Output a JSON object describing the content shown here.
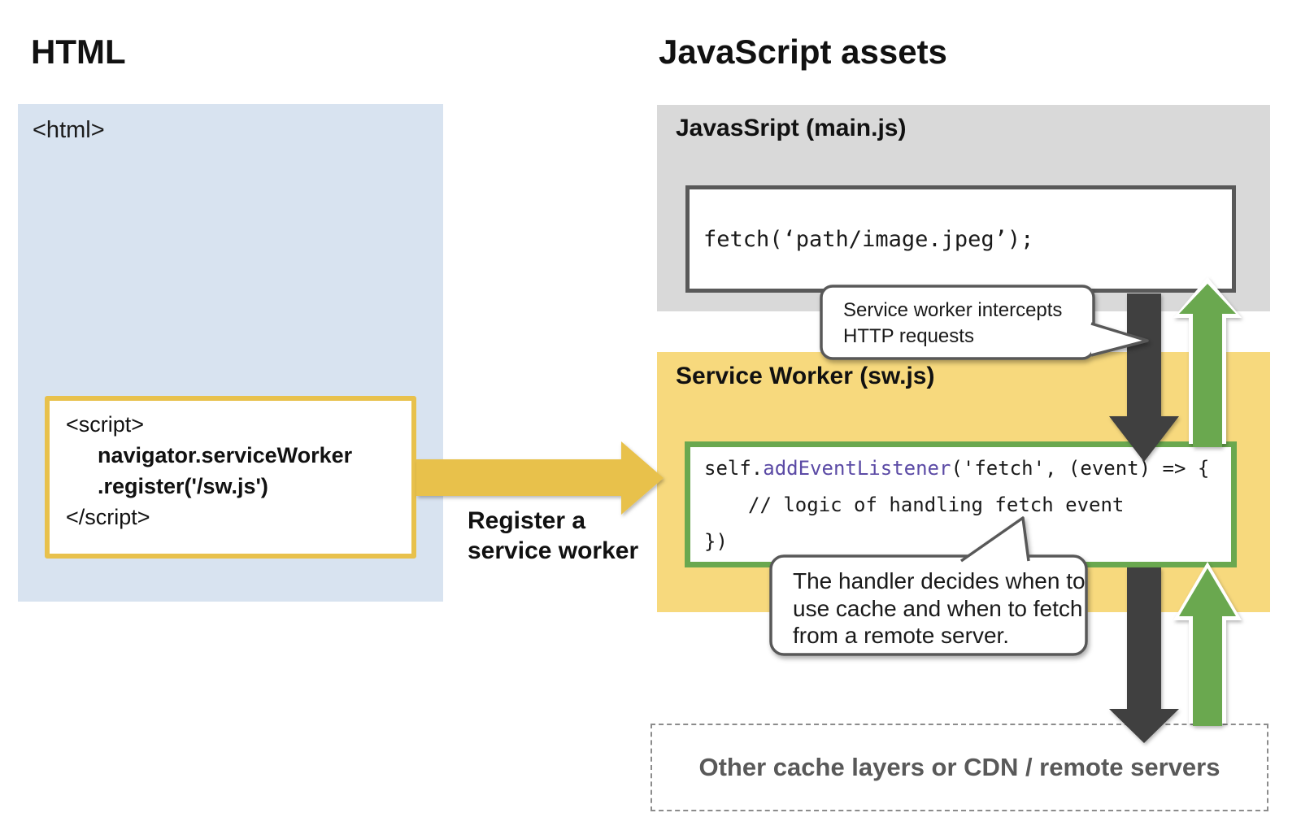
{
  "headings": {
    "left": "HTML",
    "right": "JavaScript assets"
  },
  "html_panel": {
    "tag": "<html>",
    "script": {
      "open": "<script>",
      "line1": "navigator.serviceWorker",
      "line2": ".register('/sw.js')",
      "close": "</script>"
    }
  },
  "register_arrow": {
    "line1": "Register a",
    "line2": "service worker"
  },
  "mainjs_panel": {
    "title": "JavasSript (main.js)",
    "code": "fetch(‘path/image.jpeg’);"
  },
  "sw_panel": {
    "title": "Service Worker (sw.js)",
    "code": {
      "line1_pre": "self.",
      "line1_fn": "addEventListener",
      "line1_post": "('fetch', (event) => {",
      "line2": "// logic of handling fetch event",
      "line3": "})"
    }
  },
  "bubbles": {
    "intercept": {
      "line1": "Service worker intercepts",
      "line2": "HTTP requests"
    },
    "handler": {
      "line1": "The handler decides when to",
      "line2": "use cache and when to fetch",
      "line3": "from a remote server."
    }
  },
  "bottom_box": {
    "label": "Other cache layers or CDN / remote servers"
  },
  "colors": {
    "accent_gold": "#e8c14c",
    "panel_yellow": "#f7d97d",
    "panel_blue": "#d8e3f0",
    "panel_gray": "#d9d9d9",
    "green": "#6aa84f",
    "arrow_dark": "#404040",
    "border_dark": "#595959",
    "code_purple": "#5b4aa5",
    "muted_text": "#595959"
  }
}
